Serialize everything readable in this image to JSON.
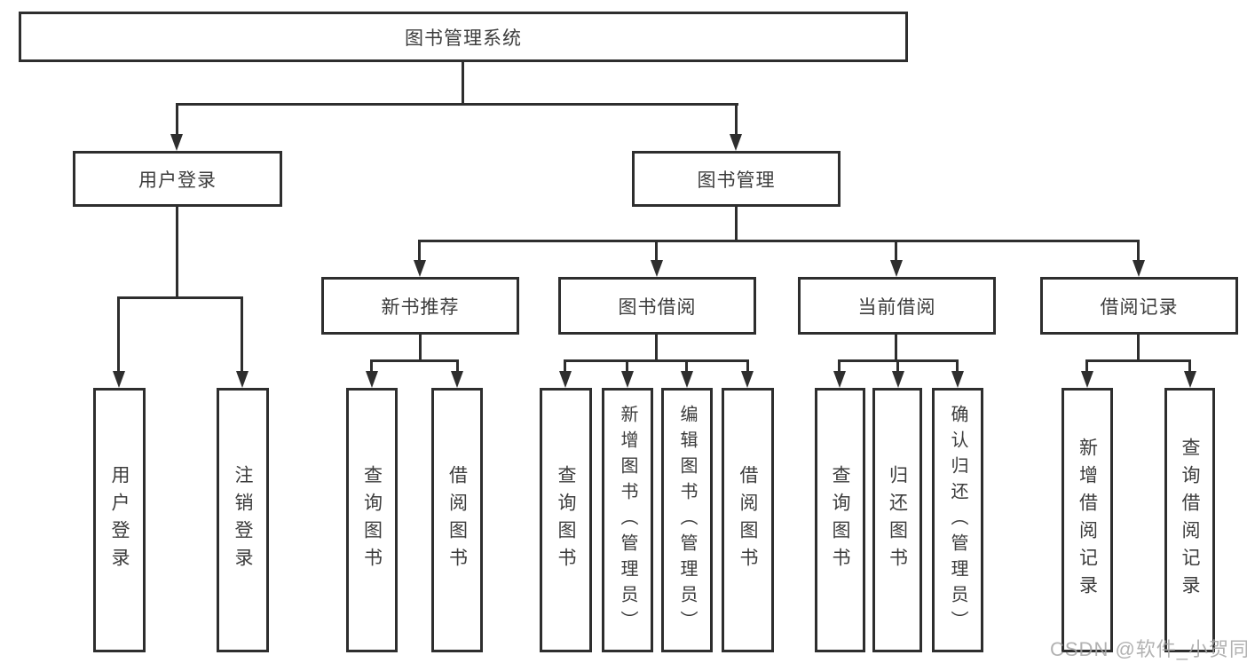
{
  "diagram": {
    "title": "图书管理系统",
    "root": {
      "label": "图书管理系统"
    },
    "level2": {
      "user_login": {
        "label": "用户登录"
      },
      "book_management": {
        "label": "图书管理"
      }
    },
    "level3": {
      "new_book_recommend": {
        "label": "新书推荐"
      },
      "book_borrowing": {
        "label": "图书借阅"
      },
      "current_borrowing": {
        "label": "当前借阅"
      },
      "borrowing_records": {
        "label": "借阅记录"
      }
    },
    "leaves": {
      "user_login": [
        "用户登录",
        "注销登录"
      ],
      "new_book_recommend": [
        "查询图书",
        "借阅图书"
      ],
      "book_borrowing": [
        "查询图书",
        "新增图书（管理员）",
        "编辑图书（管理员）",
        "借阅图书"
      ],
      "current_borrowing": [
        "查询图书",
        "归还图书",
        "确认归还（管理员）"
      ],
      "borrowing_records": [
        "新增借阅记录",
        "查询借阅记录"
      ]
    }
  },
  "watermark": "CSDN @软件_小贺同学",
  "colors": {
    "line": "#2e2e2e",
    "text": "#3c3c3c",
    "watermark": "#a5a5a5",
    "background": "#ffffff"
  }
}
